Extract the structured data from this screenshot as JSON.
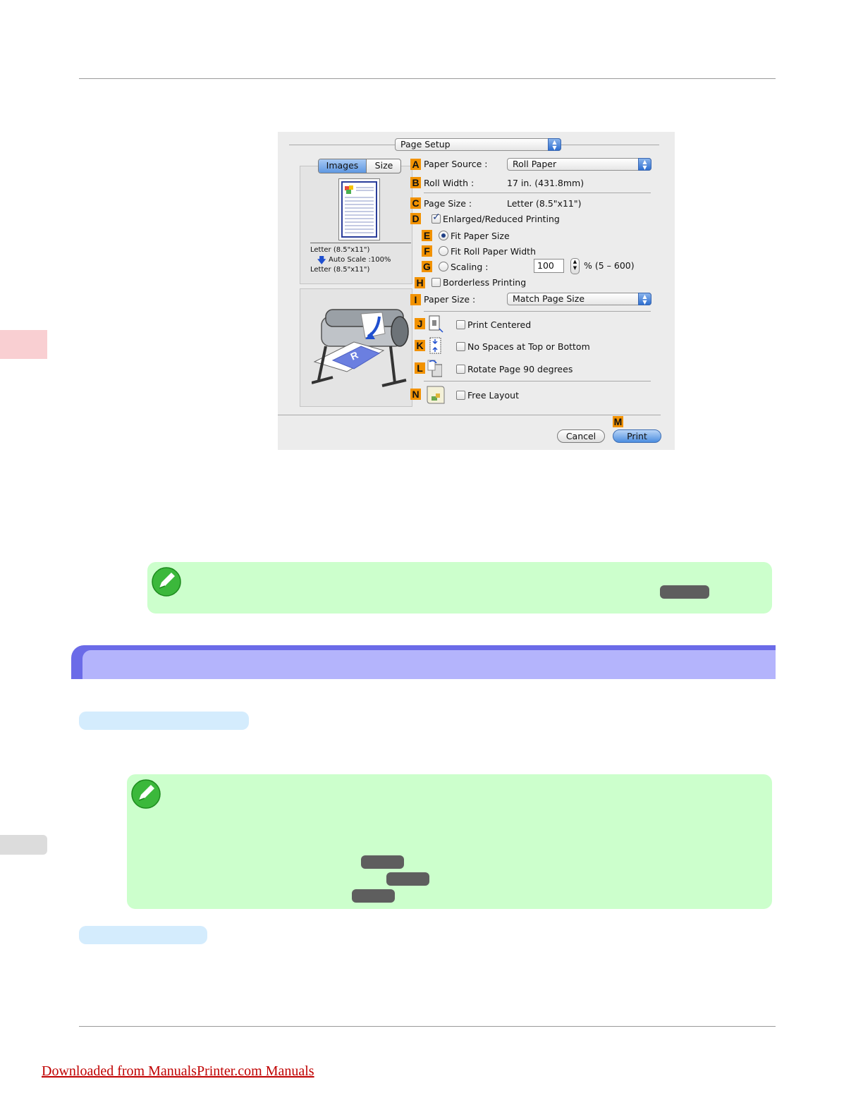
{
  "dialog": {
    "header_popup": "Page Setup",
    "tabs": [
      "Images",
      "Size"
    ],
    "preview": {
      "source_size": "Letter (8.5\"x11\")",
      "scale": "Auto Scale :100%",
      "output_size": "Letter (8.5\"x11\")"
    },
    "rows": {
      "A": {
        "letter": "A",
        "label": "Paper Source :",
        "value": "Roll Paper"
      },
      "B": {
        "letter": "B",
        "label": "Roll Width :",
        "value": "17 in. (431.8mm)"
      },
      "C": {
        "letter": "C",
        "label": "Page Size :",
        "value": "Letter (8.5\"x11\")"
      },
      "D": {
        "letter": "D",
        "label": "Enlarged/Reduced Printing",
        "checked": true
      },
      "E": {
        "letter": "E",
        "label": "Fit Paper Size",
        "selected": true
      },
      "F": {
        "letter": "F",
        "label": "Fit Roll Paper Width",
        "selected": false
      },
      "G": {
        "letter": "G",
        "label": "Scaling :",
        "value": "100",
        "range": "% (5 – 600)",
        "selected": false
      },
      "H": {
        "letter": "H",
        "label": "Borderless Printing",
        "checked": false
      },
      "I": {
        "letter": "I",
        "label": "Paper Size :",
        "value": "Match Page Size"
      },
      "J": {
        "letter": "J",
        "label": "Print Centered",
        "checked": false
      },
      "K": {
        "letter": "K",
        "label": "No Spaces at Top or Bottom",
        "checked": false
      },
      "L": {
        "letter": "L",
        "label": "Rotate Page 90 degrees",
        "checked": false
      },
      "N": {
        "letter": "N",
        "label": "Free Layout",
        "checked": false
      }
    },
    "m_letter": "M",
    "cancel_label": "Cancel",
    "print_label": "Print"
  },
  "colors": {
    "callout_orange": "#f29200",
    "note_green": "#ccffcc",
    "section_purple": "#b4b4fc",
    "subheading_blue": "#d4ecfd",
    "footer_red": "#c00000"
  },
  "footer": {
    "link_text": "Downloaded from ManualsPrinter.com Manuals"
  }
}
